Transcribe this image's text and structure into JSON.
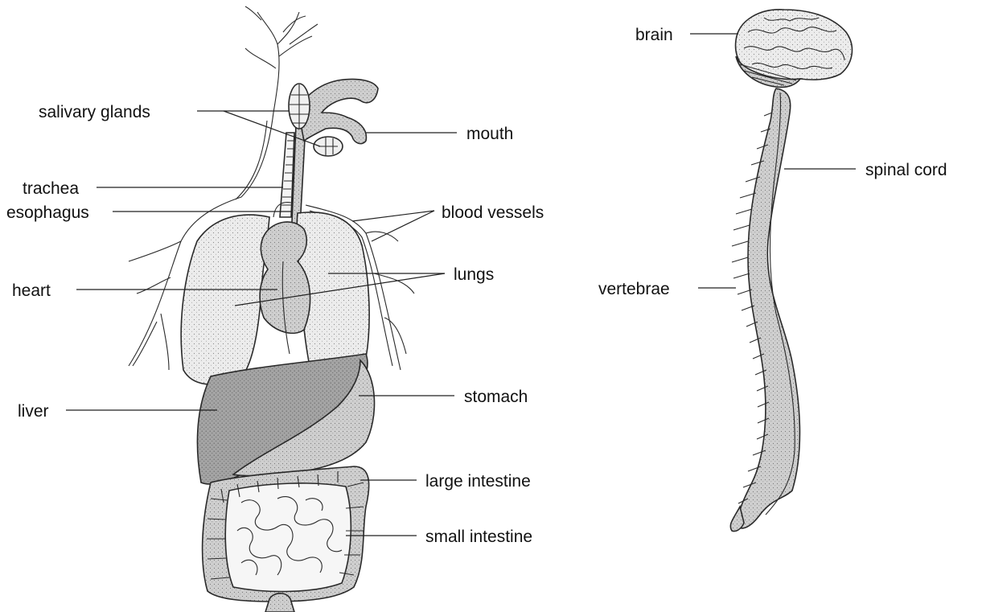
{
  "labels": {
    "salivary_glands": "salivary glands",
    "mouth": "mouth",
    "trachea": "trachea",
    "esophagus": "esophagus",
    "blood_vessels": "blood vessels",
    "lungs": "lungs",
    "heart": "heart",
    "liver": "liver",
    "stomach": "stomach",
    "large_intestine": "large intestine",
    "small_intestine": "small intestine",
    "brain": "brain",
    "spinal_cord": "spinal cord",
    "vertebrae": "vertebrae"
  },
  "colors": {
    "organ_light": "#e9e9e9",
    "organ_mid": "#c4c4c4",
    "organ_dark": "#9a9a9a",
    "outline": "#2a2a2a"
  }
}
